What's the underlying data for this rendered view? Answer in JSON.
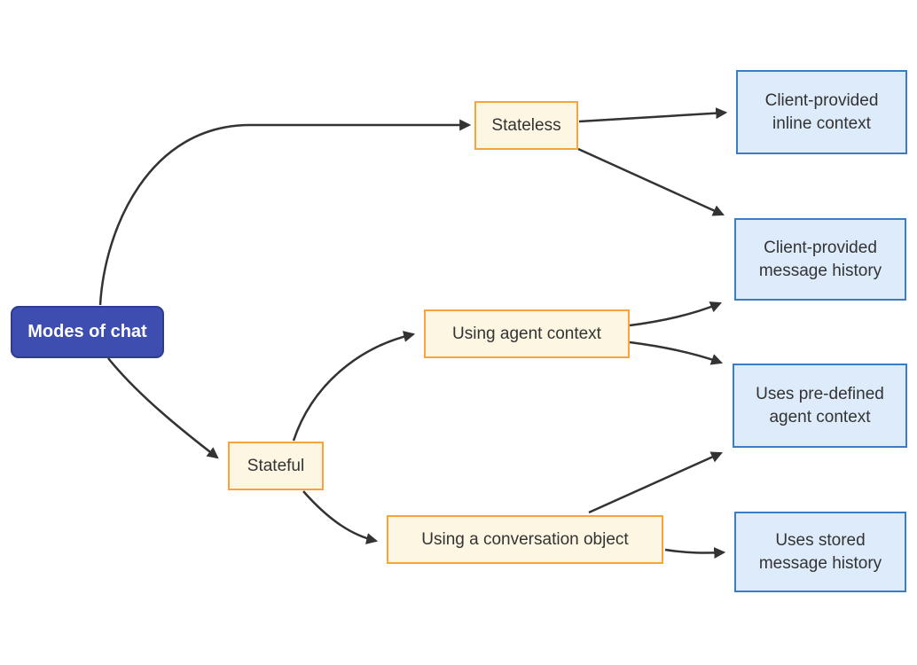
{
  "diagram": {
    "type": "flowchart",
    "direction": "left-to-right",
    "nodes": {
      "root": {
        "label": "Modes of chat",
        "kind": "root"
      },
      "stateless": {
        "label": "Stateless",
        "kind": "branch"
      },
      "stateful": {
        "label": "Stateful",
        "kind": "branch"
      },
      "using_agent_context": {
        "label": "Using agent context",
        "kind": "branch"
      },
      "using_conversation_object": {
        "label": "Using a conversation object",
        "kind": "branch"
      },
      "client_inline_context": {
        "label": "Client-provided inline context",
        "kind": "leaf"
      },
      "client_message_history": {
        "label": "Client-provided message history",
        "kind": "leaf"
      },
      "predefined_agent_context": {
        "label": "Uses pre-defined agent context",
        "kind": "leaf"
      },
      "stored_message_history": {
        "label": "Uses stored message history",
        "kind": "leaf"
      }
    },
    "edges": [
      {
        "from": "Modes of chat",
        "to": "Stateless"
      },
      {
        "from": "Modes of chat",
        "to": "Stateful"
      },
      {
        "from": "Stateless",
        "to": "Client-provided inline context"
      },
      {
        "from": "Stateless",
        "to": "Client-provided message history"
      },
      {
        "from": "Using agent context",
        "to": "Client-provided message history"
      },
      {
        "from": "Using agent context",
        "to": "Uses pre-defined agent context"
      },
      {
        "from": "Stateful",
        "to": "Using agent context"
      },
      {
        "from": "Stateful",
        "to": "Using a conversation object"
      },
      {
        "from": "Using a conversation object",
        "to": "Uses pre-defined agent context"
      },
      {
        "from": "Using a conversation object",
        "to": "Uses stored message history"
      }
    ],
    "colors": {
      "root_fill": "#3d4eb0",
      "root_stroke": "#2f3c8f",
      "root_text": "#ffffff",
      "branch_fill": "#fdf6e3",
      "branch_stroke": "#f8a43d",
      "leaf_fill": "#ddebfa",
      "leaf_stroke": "#3a7dc6",
      "edge_color": "#333333",
      "text_color": "#333333",
      "bg": "#ffffff"
    }
  }
}
